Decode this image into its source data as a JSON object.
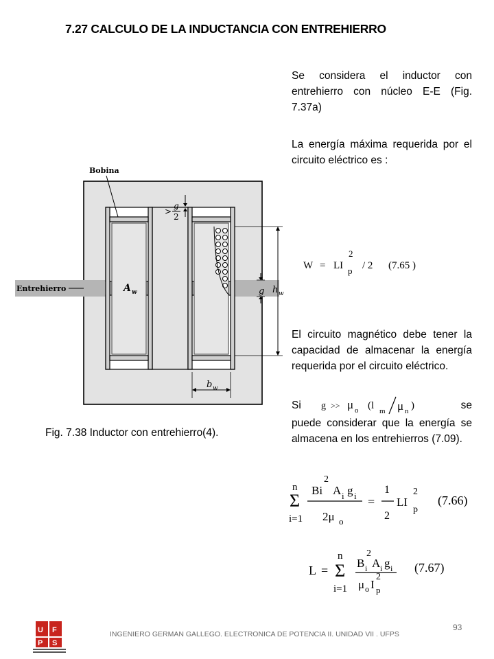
{
  "title": "7.27 CALCULO DE LA INDUCTANCIA CON ENTREHIERRO",
  "paragraphs": {
    "p1": "Se considera el inductor con entrehierro  con núcleo E-E (Fig. 7.37a)",
    "p2": "La energía máxima requerida por el circuito eléctrico es :",
    "p3": "El circuito magnético debe tener la capacidad de almacenar la energía requerida por el circuito eléctrico.",
    "p4_start": "Si",
    "p4_end": "se puede considerar que la energía se almacena en los entrehierros (7.09)."
  },
  "figure": {
    "caption": "Fig.  7.38 Inductor con entrehierro(4).",
    "label_bobina": "Bobina",
    "label_entrehierro": "Entrehierro",
    "label_aw": "A",
    "label_aw_sub": "w",
    "label_g": "g",
    "label_two": "2",
    "label_gt": ">",
    "label_hw": "h",
    "label_hw_sub": "w",
    "label_bw": "b",
    "label_bw_sub": "w"
  },
  "equations": {
    "eq765": {
      "lhs": "W",
      "eq": "=",
      "term": "LI",
      "sup": "2",
      "sub": "p",
      "rest": "/  2",
      "number": "(7.65 )"
    },
    "cond": {
      "g": "g",
      "gg": ">>",
      "mu": "μ",
      "mu_sub": "o",
      "lm": "(l",
      "lm_sub": "m",
      "mun": "μ",
      "mun_sub": "n",
      "close": ")"
    },
    "eq766": {
      "n": "n",
      "sigma": "Σ",
      "i1": "i=1",
      "num": "Bi",
      "num_sup": "2",
      "num_rest": "A",
      "num_sub": "i",
      "num_g": "g",
      "num_g_sub": "i",
      "den": "2μ",
      "den_sub": "o",
      "eq": "=",
      "half_num": "1",
      "half_den": "2",
      "term": "LI",
      "term_sup": "2",
      "term_sub": "p",
      "number": "(7.66)"
    },
    "eq767": {
      "lhs": "L",
      "eq": "=",
      "n": "n",
      "sigma": "Σ",
      "i1": "i=1",
      "num": "B",
      "num_sub1": "i",
      "num_sup": "2",
      "num_rest": "A",
      "num_sub2": "i",
      "num_g": "g",
      "num_sub3": "i",
      "den": "μ",
      "den_sub": "o",
      "den_I": "I",
      "den_sup": "2",
      "den_sub2": "p",
      "number": "(7.67)"
    }
  },
  "footer": "INGENIERO GERMAN GALLEGO. ELECTRONICA DE POTENCIA  II. UNIDAD  VII . UFPS",
  "page_number": "93",
  "logo_text": "UFPS",
  "colors": {
    "core_fill": "#e3e3e3",
    "gap_fill": "#b5b5b5",
    "footer_text": "#6a6a6a",
    "logo_red": "#c8241d"
  }
}
